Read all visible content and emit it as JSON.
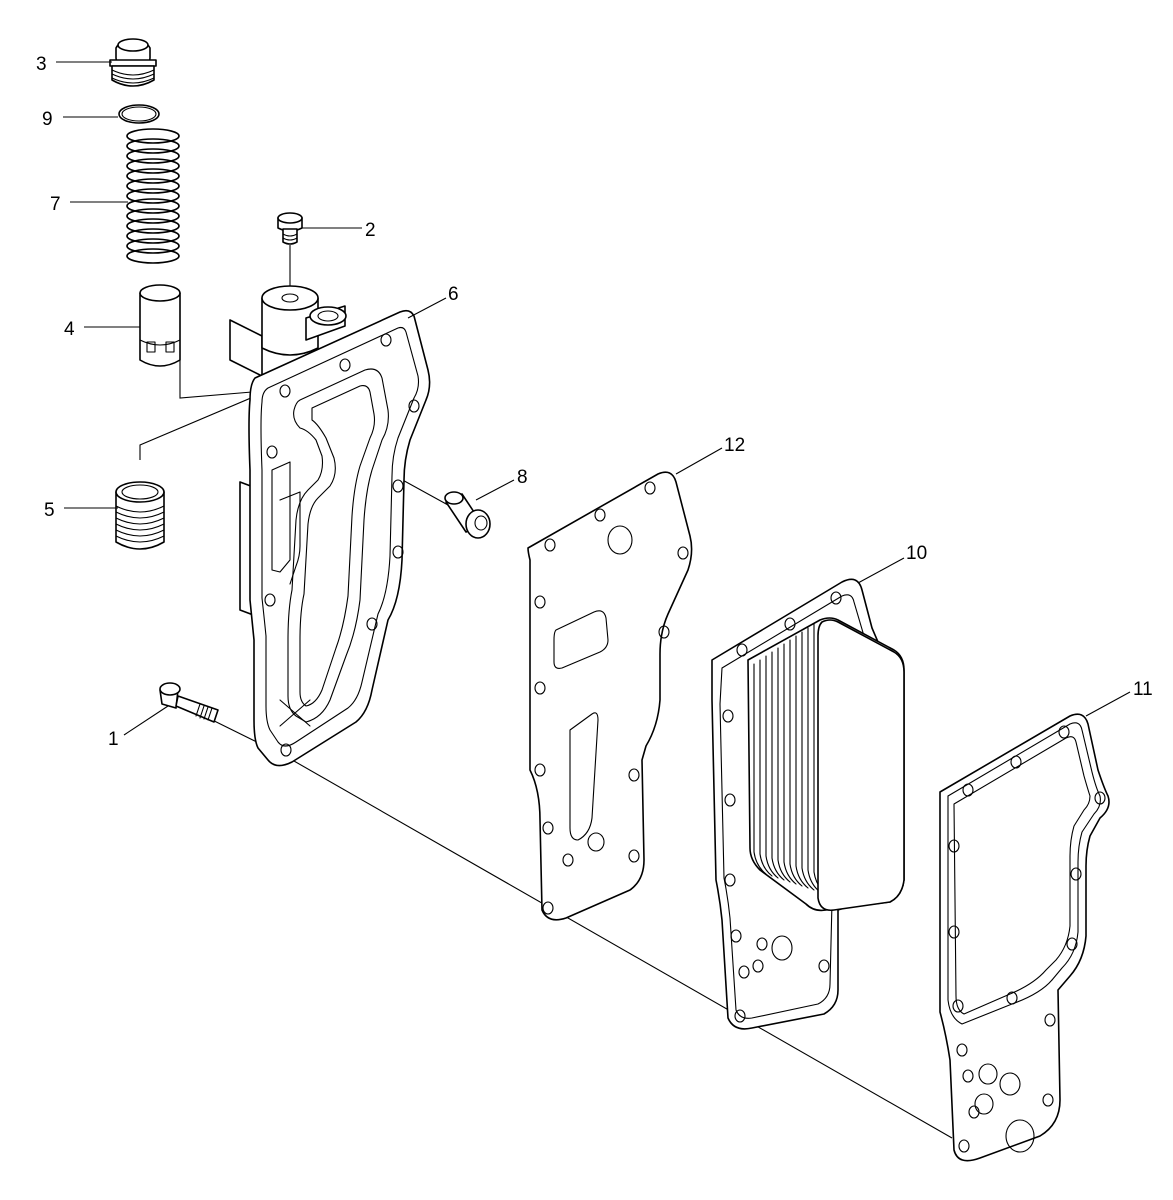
{
  "diagram": {
    "callouts": [
      {
        "id": "1",
        "label": "1",
        "part": "bolt"
      },
      {
        "id": "2",
        "label": "2",
        "part": "small-bolt"
      },
      {
        "id": "3",
        "label": "3",
        "part": "plug"
      },
      {
        "id": "4",
        "label": "4",
        "part": "valve-sleeve"
      },
      {
        "id": "5",
        "label": "5",
        "part": "threaded-insert"
      },
      {
        "id": "6",
        "label": "6",
        "part": "oil-cooler-housing"
      },
      {
        "id": "7",
        "label": "7",
        "part": "spring"
      },
      {
        "id": "8",
        "label": "8",
        "part": "plug-pin"
      },
      {
        "id": "9",
        "label": "9",
        "part": "o-ring"
      },
      {
        "id": "10",
        "label": "10",
        "part": "oil-cooler-core"
      },
      {
        "id": "11",
        "label": "11",
        "part": "gasket-rear"
      },
      {
        "id": "12",
        "label": "12",
        "part": "gasket-front"
      }
    ]
  }
}
